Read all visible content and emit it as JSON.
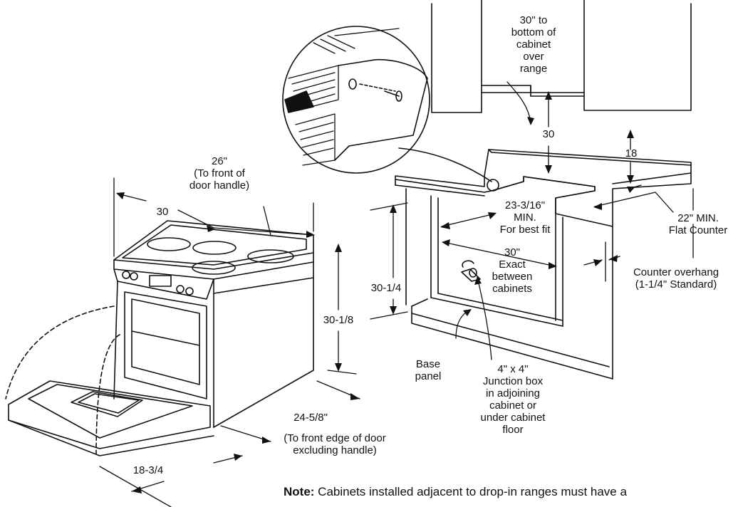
{
  "labels": {
    "cabinet_height": "30\" to\nbottom of\ncabinet\nover\nrange",
    "dim_30_top": "30",
    "dim_18": "18",
    "door_handle_depth": "26\"\n(To front of\ndoor handle)",
    "width_30": "30",
    "min_depth": "23-3/16\"\nMIN.\nFor best fit",
    "flat_counter": "22\" MIN.\nFlat Counter",
    "between_cabinets": "30\"\nExact\nbetween\ncabinets",
    "height_30_quarter": "30-1/4",
    "height_30_eighth": "30-1/8",
    "counter_overhang": "Counter overhang\n(1-1/4\" Standard)",
    "base_panel": "Base\npanel",
    "junction_box": "4\" x 4\"\nJunction box\nin adjoining\ncabinet or\nunder cabinet\nfloor",
    "depth_edge": "24-5/8\"",
    "depth_edge_note": "(To front edge of door\nexcluding handle)",
    "door_depth": "18-3/4"
  },
  "note": {
    "prefix": "Note:",
    "text": " Cabinets installed adjacent to drop-in ranges must have a"
  }
}
